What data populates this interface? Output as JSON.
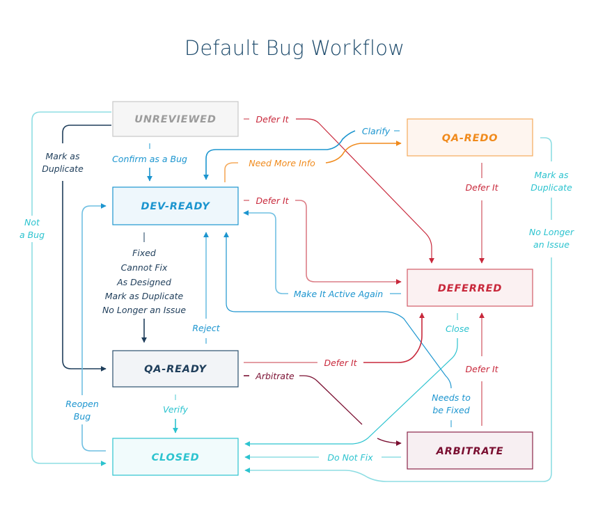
{
  "title": "Default Bug Workflow",
  "colors": {
    "title": "#1d4a6b",
    "blue": "#1c95cf",
    "blue_line": "#6fbfe2",
    "teal": "#2cc3cf",
    "teal_line": "#8ddde3",
    "red": "#c8283b",
    "red_line": "#dc7d86",
    "orange": "#f08a1c",
    "orange_line": "#f5a95a",
    "navy": "#1e3d5a",
    "navy_line": "#6e8599",
    "maroon": "#7a0f31",
    "gray": "#9c9c9c"
  },
  "nodes": {
    "unreviewed": {
      "label": "UNREVIEWED"
    },
    "dev_ready": {
      "label": "DEV-READY"
    },
    "qa_ready": {
      "label": "QA-READY"
    },
    "closed": {
      "label": "CLOSED"
    },
    "qa_redo": {
      "label": "QA-REDO"
    },
    "deferred": {
      "label": "DEFERRED"
    },
    "arbitrate": {
      "label": "ARBITRATE"
    }
  },
  "edges": {
    "unreviewed_defer": "Defer It",
    "confirm_bug": "Confirm as a Bug",
    "mark_duplicate_left": [
      "Mark as",
      "Duplicate"
    ],
    "not_a_bug": [
      "Not",
      "a Bug"
    ],
    "clarify": "Clarify",
    "need_more_info": "Need More Info",
    "qa_redo_defer": "Defer It",
    "qa_redo_close": [
      "Mark as",
      "Duplicate",
      "No Longer",
      "an Issue"
    ],
    "dev_ready_defer": "Defer It",
    "make_active": "Make It Active Again",
    "dev_resolutions": [
      "Fixed",
      "Cannot Fix",
      "As Designed",
      "Mark as Duplicate",
      "No Longer an Issue"
    ],
    "reject": "Reject",
    "qa_ready_defer": "Defer It",
    "arbitrate": "Arbitrate",
    "close": "Close",
    "arbitrate_defer": "Defer It",
    "needs_fixed": [
      "Needs to",
      "be Fixed"
    ],
    "reopen": [
      "Reopen",
      "Bug"
    ],
    "verify": "Verify",
    "do_not_fix": "Do Not Fix"
  }
}
